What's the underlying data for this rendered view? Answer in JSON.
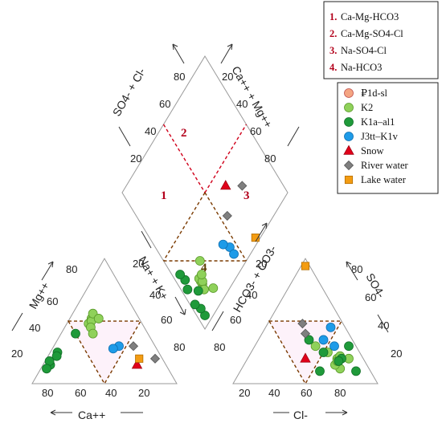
{
  "legend_zones": [
    {
      "num": "1.",
      "label": "Ca-Mg-HCO3"
    },
    {
      "num": "2.",
      "label": "Ca-Mg-SO4-Cl"
    },
    {
      "num": "3.",
      "label": "Na-SO4-Cl"
    },
    {
      "num": "4.",
      "label": "Na-HCO3"
    }
  ],
  "legend_symbols": [
    {
      "label": "₽1d-sl",
      "symbol": "circle",
      "color": "#f4a582",
      "stroke": "#c0504d"
    },
    {
      "label": "K2",
      "symbol": "circle",
      "color": "#8fd15a",
      "stroke": "#5a9a2a"
    },
    {
      "label": "K1a–al1",
      "symbol": "circle",
      "color": "#1f9a3a",
      "stroke": "#127028"
    },
    {
      "label": "J3tt–K1v",
      "symbol": "circle",
      "color": "#1e9be8",
      "stroke": "#0f6fb0"
    },
    {
      "label": "Snow",
      "symbol": "triangle",
      "color": "#e0001a",
      "stroke": "#a00012"
    },
    {
      "label": "River water",
      "symbol": "diamond",
      "color": "#7f7f7f",
      "stroke": "#555555"
    },
    {
      "label": "Lake water",
      "symbol": "square",
      "color": "#f39c12",
      "stroke": "#b46e00"
    }
  ],
  "axes": {
    "cation_bottom": "Ca++",
    "cation_left": "Mg++",
    "anion_bottom": "Cl-",
    "anion_right": "SO4-",
    "diamond_upper_left": "SO4- + Cl-",
    "diamond_upper_right": "Ca++ + Mg++",
    "diamond_lower_left": "Na+ + K+",
    "diamond_lower_right": "HCO3- + CO3-"
  },
  "ticks": [
    "20",
    "40",
    "60",
    "80"
  ],
  "zones": [
    "1",
    "2",
    "3",
    "4"
  ],
  "colors": {
    "frame": "#9a9a9a",
    "red_dash": "#d0001a",
    "brown_dash": "#7a3a00",
    "zone_text": "#b3001b",
    "zone4_text": "#5a3b00"
  },
  "chart_data": {
    "type": "scatter",
    "diagram": "piper",
    "series": [
      {
        "name": "K2",
        "cation": [
          [
            15,
            54
          ],
          [
            15,
            52
          ],
          [
            15,
            48
          ],
          [
            16,
            50
          ],
          [
            14,
            56
          ],
          [
            18,
            45
          ],
          [
            20,
            52
          ],
          [
            22,
            40
          ]
        ],
        "anion": [
          [
            18,
            20
          ],
          [
            20,
            12
          ],
          [
            22,
            15
          ],
          [
            19,
            18
          ],
          [
            15,
            22
          ],
          [
            22,
            25
          ],
          [
            10,
            20
          ],
          [
            28,
            30
          ]
        ]
      },
      {
        "name": "K1a–al1",
        "cation": [
          [
            5,
            25
          ],
          [
            5,
            15
          ],
          [
            3,
            18
          ],
          [
            4,
            12
          ],
          [
            6,
            22
          ],
          [
            10,
            40
          ]
        ],
        "anion": [
          [
            5,
            30
          ],
          [
            10,
            10
          ],
          [
            15,
            20
          ],
          [
            25,
            25
          ],
          [
            30,
            35
          ],
          [
            18,
            18
          ],
          [
            35,
            10
          ]
        ]
      },
      {
        "name": "J3tt–K1v",
        "cation": [
          [
            45,
            30
          ],
          [
            42,
            28
          ]
        ],
        "anion": [
          [
            15,
            30
          ],
          [
            20,
            35
          ],
          [
            10,
            45
          ]
        ]
      },
      {
        "name": "Snow",
        "cation": [
          [
            65,
            15
          ]
        ],
        "anion": [
          [
            40,
            20
          ]
        ]
      },
      {
        "name": "River water",
        "cation": [
          [
            55,
            30
          ],
          [
            75,
            20
          ]
        ],
        "anion": [
          [
            28,
            48
          ],
          [
            30,
            40
          ]
        ]
      },
      {
        "name": "Lake water",
        "cation": [
          [
            64,
            20
          ]
        ],
        "anion": [
          [
            3,
            94
          ]
        ]
      }
    ]
  }
}
